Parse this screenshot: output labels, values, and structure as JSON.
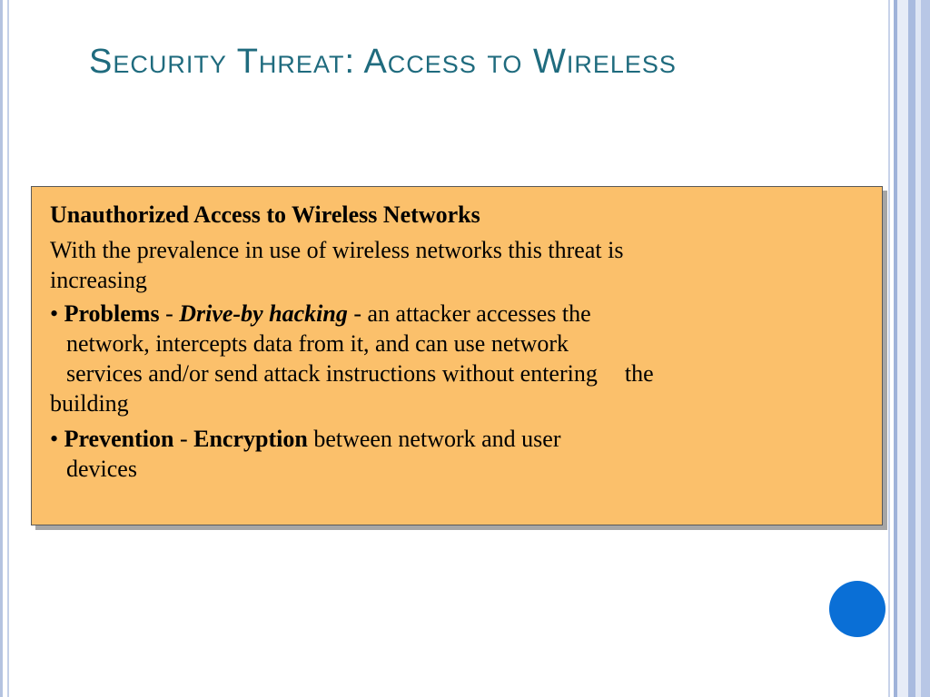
{
  "slide": {
    "title": "Security Threat: Access to Wireless",
    "box": {
      "heading": "Unauthorized Access to Wireless Networks",
      "intro_line1": "With the prevalence in use of wireless networks this threat is",
      "intro_line2": "increasing",
      "bullet_char": "•",
      "problems": {
        "label": "Problems",
        "dash1": " - ",
        "term": "Drive-by hacking",
        "line1_rest": " - an attacker accesses the",
        "line2": "network, intercepts data from it, and can use network",
        "line3": "services and/or send attack instructions without entering",
        "line3_end": "the",
        "line4": "building"
      },
      "prevention": {
        "label": "Prevention",
        "dash": " - ",
        "term": "Encryption",
        "line1_rest": " between network and user",
        "line2": "devices"
      }
    },
    "accent_color": "#0a6fd6",
    "box_color": "#fbc06b",
    "title_color": "#1f6b7e"
  }
}
